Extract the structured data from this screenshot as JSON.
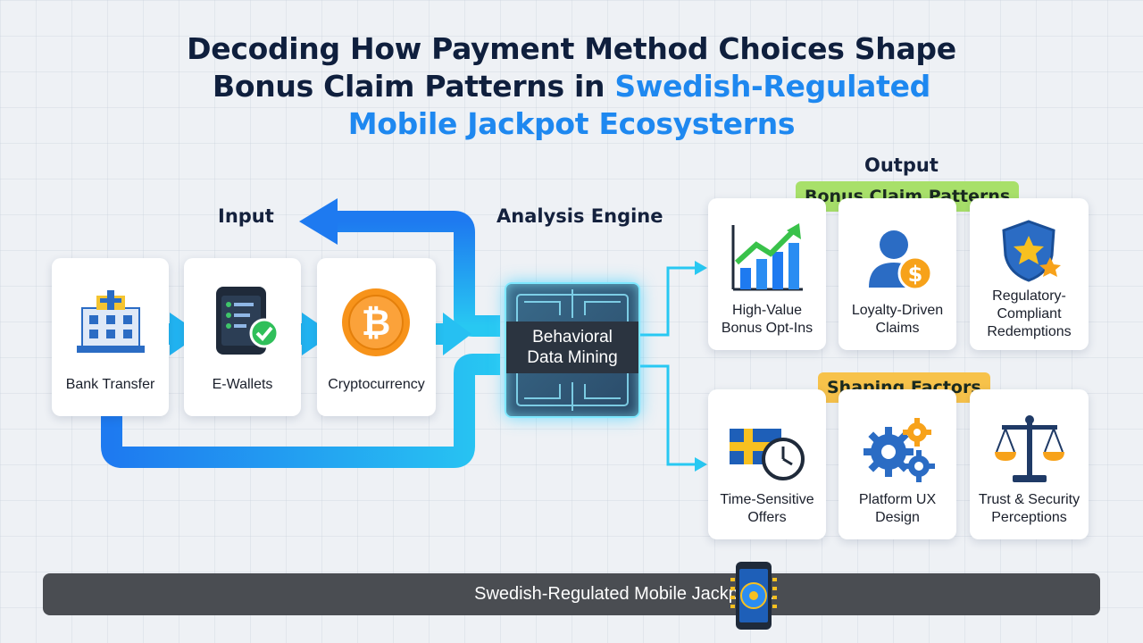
{
  "title": {
    "line1": "Decoding How Payment Method Choices Shape",
    "line2_dark": "Bonus Claim Patterns in ",
    "line2_highlight": "Swedish-Regulated",
    "line3": "Mobile Jackpot Ecosysterns"
  },
  "labels": {
    "input": "Input",
    "engine": "Analysis Engine",
    "output": "Output"
  },
  "inputs": [
    {
      "label": "Bank Transfer",
      "icon": "bank-icon"
    },
    {
      "label": "E-Wallets",
      "icon": "phone-check-icon"
    },
    {
      "label": "Cryptocurrency",
      "icon": "bitcoin-icon"
    }
  ],
  "engine": {
    "line1": "Behavioral",
    "line2": "Data Mining",
    "icon": "chip-icon"
  },
  "outputs": {
    "badge": "Bonus Claim Patterns",
    "items": [
      {
        "line1": "High-Value",
        "line2": "Bonus Opt-Ins",
        "icon": "growth-chart-icon"
      },
      {
        "line1": "Loyalty-Driven",
        "line2": "Claims",
        "icon": "user-coin-icon"
      },
      {
        "line1": "Regulatory-",
        "line2": "Compliant",
        "line3": "Redemptions",
        "icon": "shield-star-icon"
      }
    ]
  },
  "factors": {
    "badge": "Shaping Factors",
    "items": [
      {
        "line1": "Time-Sensitive",
        "line2": "Offers",
        "icon": "swedish-flag-clock-icon"
      },
      {
        "line1": "Platform UX",
        "line2": "Design",
        "icon": "gears-icon"
      },
      {
        "line1": "Trust & Security",
        "line2": "Perceptions",
        "icon": "scales-icon"
      }
    ]
  },
  "footer": {
    "text": "Swedish-Regulated Mobile Jackpot E.",
    "icon": "slot-phone-icon"
  },
  "colors": {
    "accent_blue": "#1e88f0",
    "cyan": "#22c6f0",
    "green_badge": "#a8e06a",
    "orange_badge": "#f7c24a",
    "dark_text": "#0f1f3d"
  }
}
